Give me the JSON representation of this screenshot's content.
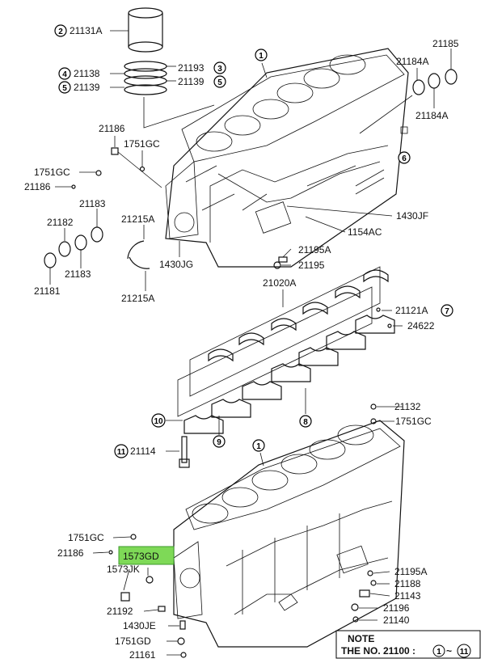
{
  "labels": {
    "c2": "2",
    "c4": "4",
    "c5": "5",
    "c3a": "3",
    "c5a": "5",
    "c1_top": "1",
    "c6": "6",
    "c7": "7",
    "c10": "10",
    "c9": "9",
    "c8": "8",
    "c11": "11",
    "c1_bottom": "1",
    "p21131A": "21131A",
    "p21138": "21138",
    "p21139": "21139",
    "p21193": "21193",
    "p21139r": "21139",
    "p21185": "21185",
    "p21184A_top": "21184A",
    "p21184A_bot": "21184A",
    "p21186_a": "21186",
    "p1751GC_a": "1751GC",
    "p1751GC_b": "1751GC",
    "p21186_b": "21186",
    "p21182": "21182",
    "p21183_a": "21183",
    "p21183_b": "21183",
    "p21181": "21181",
    "p21215A_a": "21215A",
    "p21215A_b": "21215A",
    "p1430JG": "1430JG",
    "p1430JF": "1430JF",
    "p1154AC": "1154AC",
    "p21195A_a": "21195A",
    "p21195": "21195",
    "p21020A": "21020A",
    "p21121A": "21121A",
    "p24622": "24622",
    "p21132": "21132",
    "p1751GC_c": "1751GC",
    "p21114": "21114",
    "p1751GC_d": "1751GC",
    "p21186_c": "21186",
    "p1573GD": "1573GD",
    "p1573JK": "1573JK",
    "p21192": "21192",
    "p1430JE": "1430JE",
    "p1751GD": "1751GD",
    "p21161": "21161",
    "p21195A_b": "21195A",
    "p21188": "21188",
    "p21143": "21143",
    "p21196": "21196",
    "p21140": "21140"
  },
  "note": {
    "title": "NOTE",
    "text": "THE NO. 21100 :",
    "range_start": "1",
    "range_sep": "~",
    "range_end": "11"
  },
  "highlight_color": "#7ed957"
}
